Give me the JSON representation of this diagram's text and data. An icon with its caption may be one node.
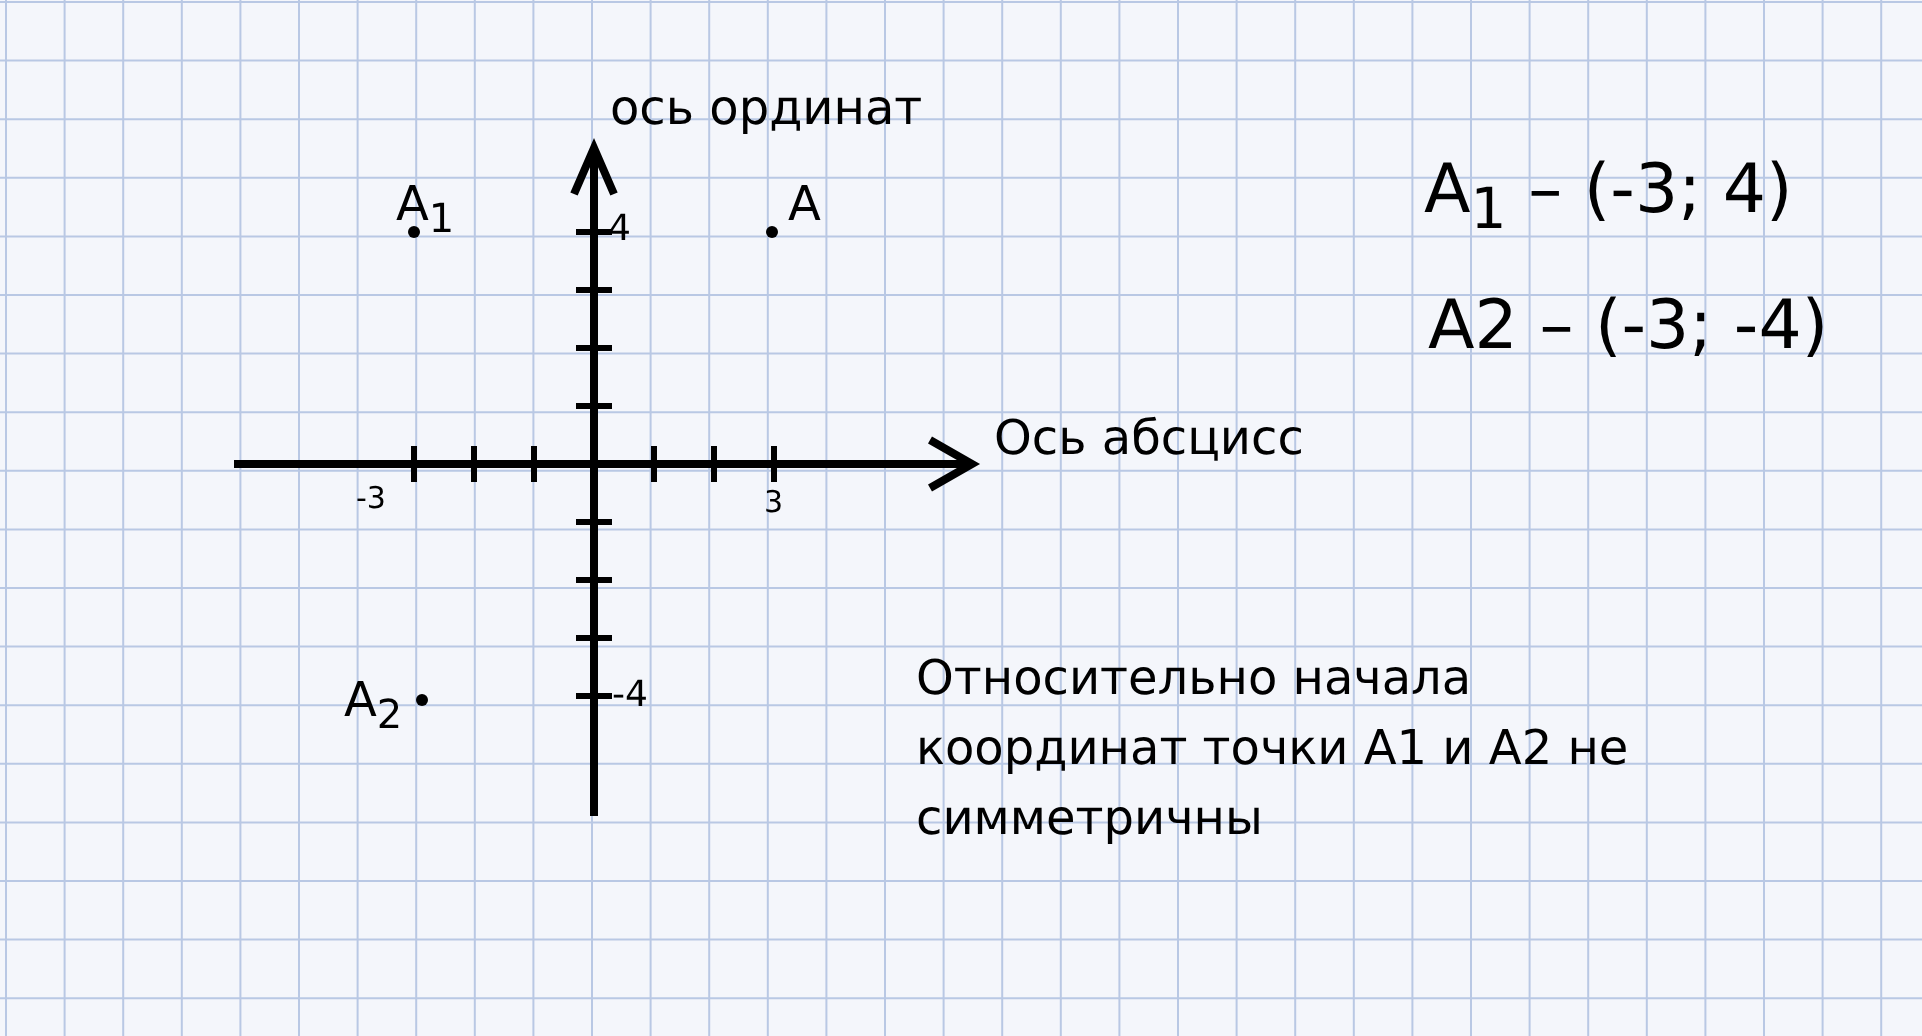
{
  "diagram": {
    "labels": [
      "ось ординат",
      "Ось абсцисс",
      "-3",
      "3",
      "4",
      "-4",
      "A$_{1}$",
      "A",
      "A$_{2}$",
      "A$_{1}$ – (-3; 4)",
      "A2 – (-3; -4)",
      "Относительно начала координат точки A1 и A2 не симметричны"
    ]
  }
}
